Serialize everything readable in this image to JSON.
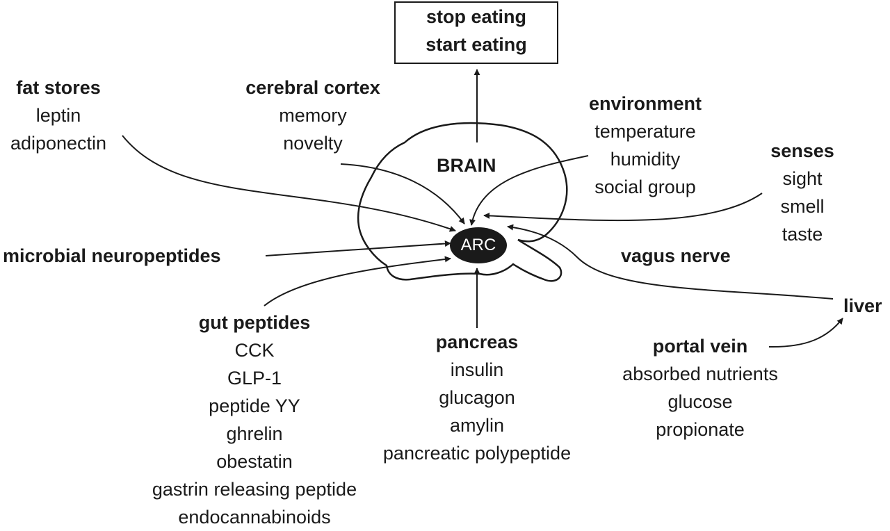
{
  "output_box": {
    "line1": "stop eating",
    "line2": "start eating"
  },
  "brain_label": "BRAIN",
  "center_node": "ARC",
  "fat_stores": {
    "title": "fat stores",
    "items": [
      "leptin",
      "adiponectin"
    ]
  },
  "cerebral_cortex": {
    "title": "cerebral cortex",
    "items": [
      "memory",
      "novelty"
    ]
  },
  "environment": {
    "title": "environment",
    "items": [
      "temperature",
      "humidity",
      "social group"
    ]
  },
  "senses": {
    "title": "senses",
    "items": [
      "sight",
      "smell",
      "taste"
    ]
  },
  "microbial": {
    "title": "microbial neuropeptides"
  },
  "vagus": {
    "title": "vagus nerve"
  },
  "liver": {
    "title": "liver"
  },
  "gut_peptides": {
    "title": "gut peptides",
    "items": [
      "CCK",
      "GLP-1",
      "peptide YY",
      "ghrelin",
      "obestatin",
      "gastrin releasing peptide",
      "endocannabinoids"
    ]
  },
  "pancreas": {
    "title": "pancreas",
    "items": [
      "insulin",
      "glucagon",
      "amylin",
      "pancreatic polypeptide"
    ]
  },
  "portal_vein": {
    "title": "portal vein",
    "items": [
      "absorbed nutrients",
      "glucose",
      "propionate"
    ]
  },
  "colors": {
    "ink": "#1a1a1a",
    "background": "#ffffff"
  }
}
